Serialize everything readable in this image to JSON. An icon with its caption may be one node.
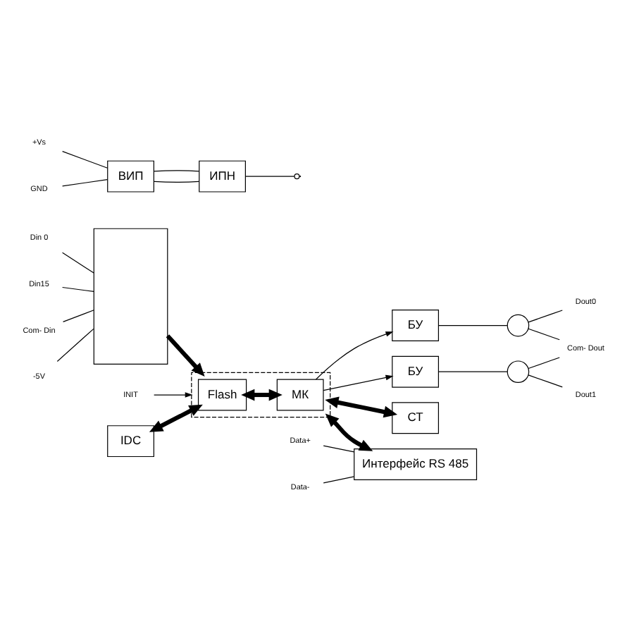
{
  "diagram": {
    "nodes": [
      {
        "text": [
          "Din 0"
        ]
      },
      {
        "text": [
          "Din15"
        ]
      },
      {
        "text": [
          "Com- Din"
        ]
      },
      {
        "text": [
          "-5V"
        ]
      },
      {
        "text": [
          "INIT"
        ]
      },
      {
        "text": [
          "Data+"
        ]
      },
      {
        "text": [
          "Data-"
        ]
      },
      {
        "text": [
          "+Vs"
        ]
      },
      {
        "text": [
          "GND"
        ]
      },
      {
        "text": [],
        "shape": "box"
      },
      {
        "text": [
          "IDC"
        ]
      },
      {
        "text": [],
        "shape": "box"
      },
      {
        "text": [
          "Flash"
        ],
        "in": 11
      },
      {
        "text": [
          "МК"
        ],
        "in": 11
      },
      {
        "text": [
          "БУ"
        ]
      },
      {
        "text": [
          "БУ"
        ]
      },
      {
        "text": [
          "СТ"
        ]
      },
      {
        "text": [
          "Интерфейс RS 485"
        ]
      },
      {
        "text": [
          "ВИП"
        ]
      },
      {
        "text": [
          "ИПН"
        ]
      },
      {
        "text": [],
        "shape": "circle"
      },
      {
        "text": [],
        "shape": "circle"
      },
      {
        "text": [
          "Dout0"
        ]
      },
      {
        "text": [
          "Com- Dout"
        ]
      },
      {
        "text": [
          "Dout1"
        ]
      }
    ],
    "edges": [
      {
        "from": 0,
        "to": 9,
        "arrow": "none"
      },
      {
        "from": 1,
        "to": 9,
        "arrow": "none"
      },
      {
        "from": 2,
        "to": 9,
        "arrow": "none"
      },
      {
        "from": 3,
        "to": 9,
        "arrow": "none"
      },
      {
        "from": 9,
        "to": 11,
        "arrow": "to",
        "style": "thick"
      },
      {
        "from": 4,
        "to": 11,
        "arrow": "to"
      },
      {
        "from": 11,
        "to": 17,
        "arrow": "both",
        "style": "thick"
      },
      {
        "from": 5,
        "to": 17,
        "arrow": "none"
      },
      {
        "from": 6,
        "to": 17,
        "arrow": "none"
      },
      {
        "from": 10,
        "to": 12,
        "arrow": "both",
        "style": "thick"
      },
      {
        "from": 12,
        "to": 13,
        "arrow": "both",
        "style": "thick"
      },
      {
        "from": 11,
        "to": 16,
        "arrow": "both",
        "style": "thick"
      },
      {
        "from": 13,
        "to": 14,
        "arrow": "to"
      },
      {
        "from": 13,
        "to": 15,
        "arrow": "to"
      },
      {
        "from": 14,
        "to": 20,
        "arrow": "none"
      },
      {
        "from": 15,
        "to": 21,
        "arrow": "none"
      },
      {
        "from": 20,
        "to": 22,
        "arrow": "none"
      },
      {
        "from": 20,
        "to": 23,
        "arrow": "none"
      },
      {
        "from": 21,
        "to": 23,
        "arrow": "none"
      },
      {
        "from": 21,
        "to": 24,
        "arrow": "none"
      },
      {
        "from": 7,
        "to": 18,
        "arrow": "none"
      },
      {
        "from": 8,
        "to": 18,
        "arrow": "none"
      },
      {
        "from": 18,
        "to": 19,
        "arrow": "none"
      },
      {
        "from": 18,
        "to": 19,
        "arrow": "none"
      },
      {
        "from": 19,
        "to": null,
        "arrow": "other"
      }
    ]
  }
}
